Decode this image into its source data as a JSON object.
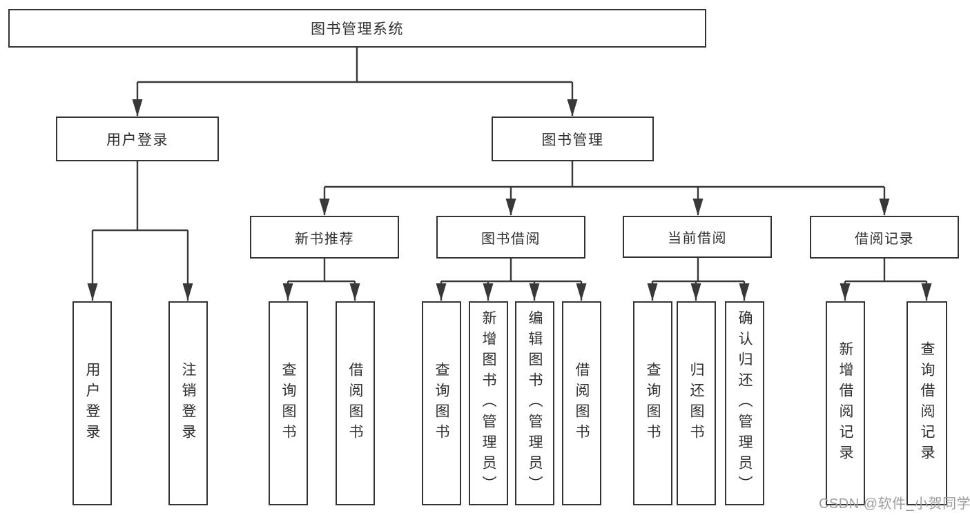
{
  "diagram": {
    "title": "图书管理系统",
    "root": {
      "label": "图书管理系统"
    },
    "branches": [
      {
        "label": "用户登录",
        "children": [
          "用户登录",
          "注销登录"
        ]
      },
      {
        "label": "图书管理"
      }
    ],
    "modules": [
      {
        "label": "新书推荐",
        "children": [
          "查询图书",
          "借阅图书"
        ]
      },
      {
        "label": "图书借阅",
        "children": [
          "查询图书",
          "新增图书（管理员）",
          "编辑图书（管理员）",
          "借阅图书"
        ]
      },
      {
        "label": "当前借阅",
        "children": [
          "查询图书",
          "归还图书",
          "确认归还（管理员）"
        ]
      },
      {
        "label": "借阅记录",
        "children": [
          "新增借阅记录",
          "查询借阅记录"
        ]
      }
    ]
  },
  "watermark": "CSDN @软件_小贺同学",
  "colors": {
    "line": "#383838",
    "box_border": "#333333",
    "box_fill": "#ffffff",
    "text": "#2f2f2f",
    "watermark": "#9d9d9d",
    "background": "#ffffff"
  }
}
